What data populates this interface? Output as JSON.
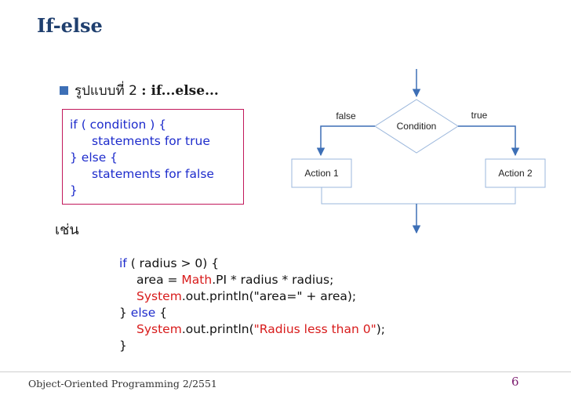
{
  "slide": {
    "title": "If-else",
    "bullet": {
      "thai_label": "รูปแบบที่ 2",
      "code_label": ": if...else..."
    },
    "syntax": {
      "line1": "if ( condition ) {",
      "line2_a": "statements ",
      "line2_b": "for true",
      "line3": "} else {",
      "line4_a": "statements ",
      "line4_b": "for false",
      "line5": "}"
    },
    "example_label": "เช่น",
    "example": {
      "l1_kw": "if",
      "l1_rest": " ( radius > 0) {",
      "l2_a": "area = ",
      "l2_b": "Math",
      "l2_c": ".PI * radius * radius;",
      "l3_a": "System",
      "l3_b": ".out.println(\"area=\" + area);",
      "l4_a": "} ",
      "l4_b": "else",
      "l4_c": " {",
      "l5_a": "System",
      "l5_b": ".out.println(",
      "l5_c": "\"Radius less than 0\"",
      "l5_d": ");",
      "l6": "}"
    },
    "footer": "Object-Oriented Programming 2/2551",
    "page_number": "6"
  },
  "flowchart": {
    "condition": "Condition",
    "false_label": "false",
    "true_label": "true",
    "action1": "Action 1",
    "action2": "Action 2",
    "colors": {
      "arrow": "#3d6fb6",
      "line": "#9bb7dc"
    }
  }
}
